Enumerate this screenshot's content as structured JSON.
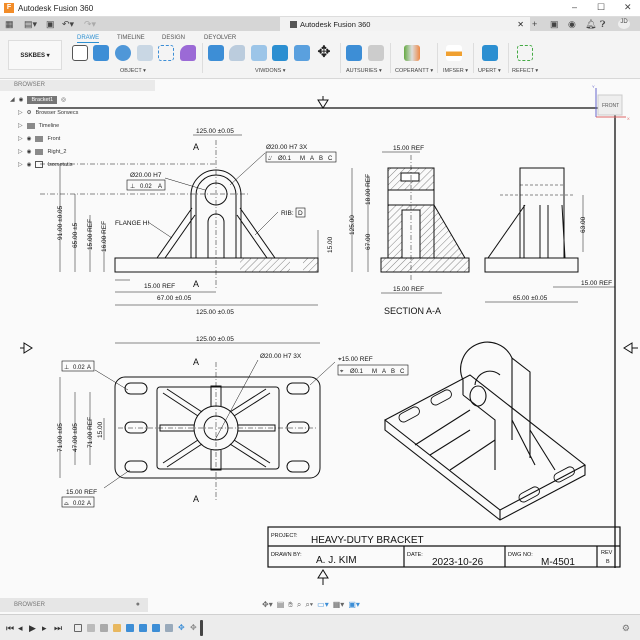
{
  "window": {
    "title": "Autodesk Fusion 360",
    "minimize": "–",
    "maximize": "☐",
    "close": "✕"
  },
  "doc_tab": {
    "title": "Autodesk Fusion 360",
    "close": "✕"
  },
  "ribbon": {
    "tabs": [
      {
        "label": "DRAWE",
        "active": true
      },
      {
        "label": "TIMELINE"
      },
      {
        "label": "DESIGN"
      },
      {
        "label": "DEYOLVER"
      }
    ],
    "workspace": "SSKBES ▾",
    "groups": [
      "OBJECT ▾",
      "VIWDONS ▾",
      "AUTSURIES ▾",
      "COPERANTT ▾",
      "IMFSER ▾",
      "UPERT ▾",
      "REFECT ▾"
    ]
  },
  "browser": {
    "label": "BROWSER",
    "root": "Bracket1",
    "items": [
      "Browser Sorwecs",
      "Timeline",
      "Front",
      "Right_2",
      "Isometatis"
    ]
  },
  "viewcube": {
    "face": "FRONT",
    "axis_y": "Y",
    "axis_x": "X"
  },
  "drawing": {
    "front": {
      "top_width": "125.00 ±0.05",
      "hole_callout": "Ø20.00 H7 3X",
      "hole_fcf": [
        "⌰",
        "Ø0.1",
        "M",
        "A",
        "B",
        "C"
      ],
      "bore": "Ø20.00 H7",
      "bore_fcf": [
        "⊥",
        "0.02",
        "A"
      ],
      "flange": "FLANGE H!",
      "rib": "RIB:",
      "rib_datum": "D",
      "h1": "91.00 ±0.05",
      "h2": "65.00 ±5",
      "h3": "15.00 REF",
      "h4": "16.00 REF",
      "right_h": "15.00",
      "b1": "15.00 REF",
      "b2": "67.00 ±0.05",
      "b3": "125.00 ±0.05",
      "section_mark": "A"
    },
    "section": {
      "top": "15.00 REF",
      "h_total": "125.00",
      "h1": "18.00 REF",
      "h2": "67.00",
      "bottom": "15.00 REF",
      "title": "SECTION A-A"
    },
    "side": {
      "h": "63.00",
      "ref": "15.00 REF",
      "width": "65.00 ±0.05"
    },
    "top": {
      "width": "125.00 ±0.05",
      "hole": "Ø20.00 H7 3X",
      "slot": "⌖15.00 REF",
      "slot_fcf": [
        "⌖",
        "Ø0.1",
        "M",
        "A",
        "B",
        "C"
      ],
      "fcf1": [
        "⊥",
        "0.02",
        "A"
      ],
      "h1": "71.00 ±05",
      "h2": "47.00 ±05",
      "h3": "71.00 REF",
      "h4": "15.00",
      "ref": "15.00 REF",
      "fcf2": [
        "⌓",
        "0.02",
        "A"
      ],
      "section_mark": "A"
    },
    "title_block": {
      "project_label": "PROJECT:",
      "project": "HEAVY-DUTY BRACKET",
      "drawn_label": "DRAWN BY:",
      "drawn": "A. J. KIM",
      "date_label": "DATE:",
      "date": "2023-10-26",
      "dwg_label": "DWG NO:",
      "dwg": "M-4501",
      "rev_label": "REV",
      "rev": "B"
    }
  },
  "colors": {
    "accent": "#2c8fd1",
    "logo": "#f28c28"
  }
}
